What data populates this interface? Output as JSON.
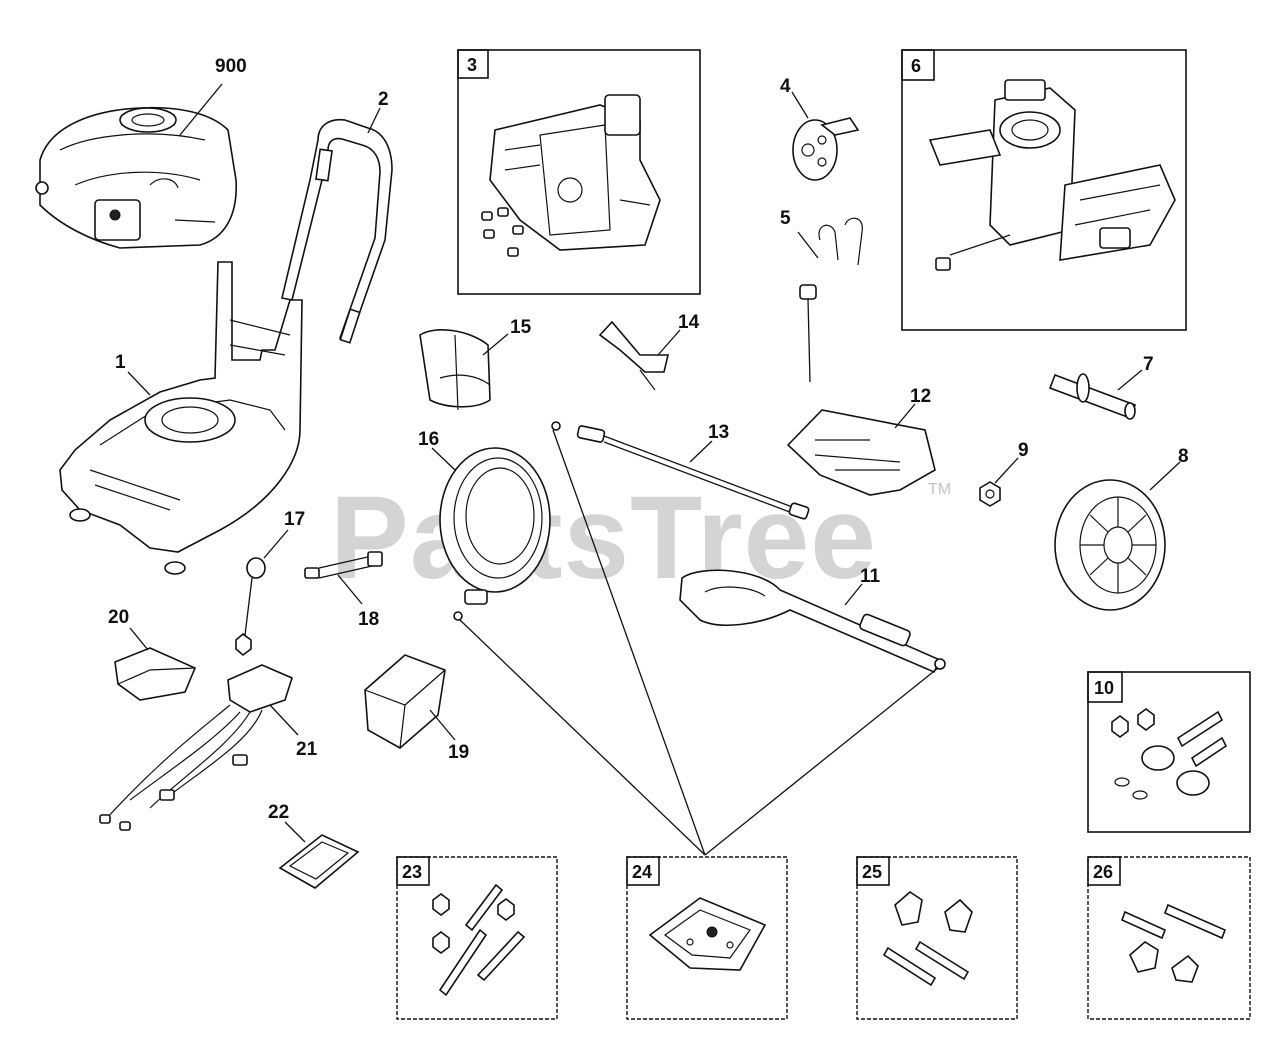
{
  "watermark": {
    "text": "PartsTree",
    "trademark": "TM"
  },
  "callouts": {
    "c900": "900",
    "c1": "1",
    "c2": "2",
    "c4": "4",
    "c5": "5",
    "c7": "7",
    "c8": "8",
    "c9": "9",
    "c11": "11",
    "c12": "12",
    "c13": "13",
    "c14": "14",
    "c15": "15",
    "c16": "16",
    "c17": "17",
    "c18": "18",
    "c19": "19",
    "c20": "20",
    "c21": "21",
    "c22": "22"
  },
  "boxed_callouts": {
    "b3": "3",
    "b6": "6",
    "b10": "10",
    "b23": "23",
    "b24": "24",
    "b25": "25",
    "b26": "26"
  },
  "colors": {
    "line": "#111111",
    "watermark": "#9a9a9a",
    "background": "#ffffff"
  }
}
